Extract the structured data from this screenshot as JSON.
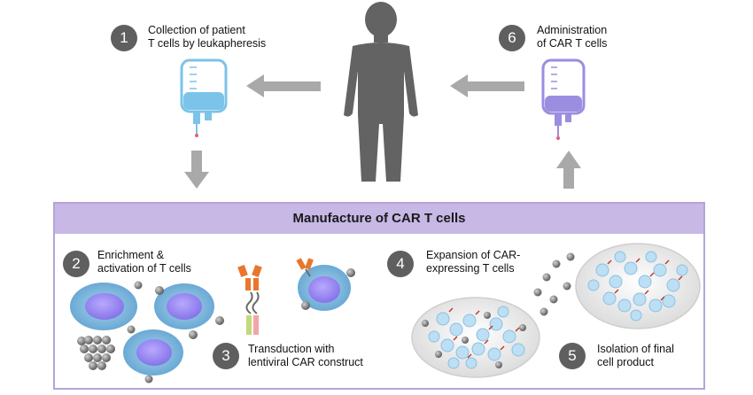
{
  "steps": [
    {
      "number": "1",
      "label_line1": "Collection of patient",
      "label_line2": "T cells by leukapheresis"
    },
    {
      "number": "2",
      "label_line1": "Enrichment &",
      "label_line2": "activation of T cells"
    },
    {
      "number": "3",
      "label_line1": "Transduction with",
      "label_line2": "lentiviral CAR construct"
    },
    {
      "number": "4",
      "label_line1": "Expansion of CAR-",
      "label_line2": "expressing T cells"
    },
    {
      "number": "5",
      "label_line1": "Isolation of final",
      "label_line2": "cell product"
    },
    {
      "number": "6",
      "label_line1": "Administration",
      "label_line2": "of CAR T cells"
    }
  ],
  "panel": {
    "title": "Manufacture of CAR T cells"
  },
  "colors": {
    "badge": "#5f5f5f",
    "arrow": "#a9a9a9",
    "human": "#636363",
    "panel_border": "#b5a4d8",
    "panel_header": "#c7b8e6",
    "bag_blue": "#7cc3ea",
    "bag_purple": "#9b8ee0",
    "cell_outer": "#7fb8dc",
    "cell_nucleus": "#9b8ef0",
    "bead": "#8a8a8a"
  },
  "icons": [
    "blood-bag-icon",
    "human-figure-icon",
    "t-cell-icon",
    "bead-icon",
    "car-construct-icon",
    "dish-icon"
  ]
}
